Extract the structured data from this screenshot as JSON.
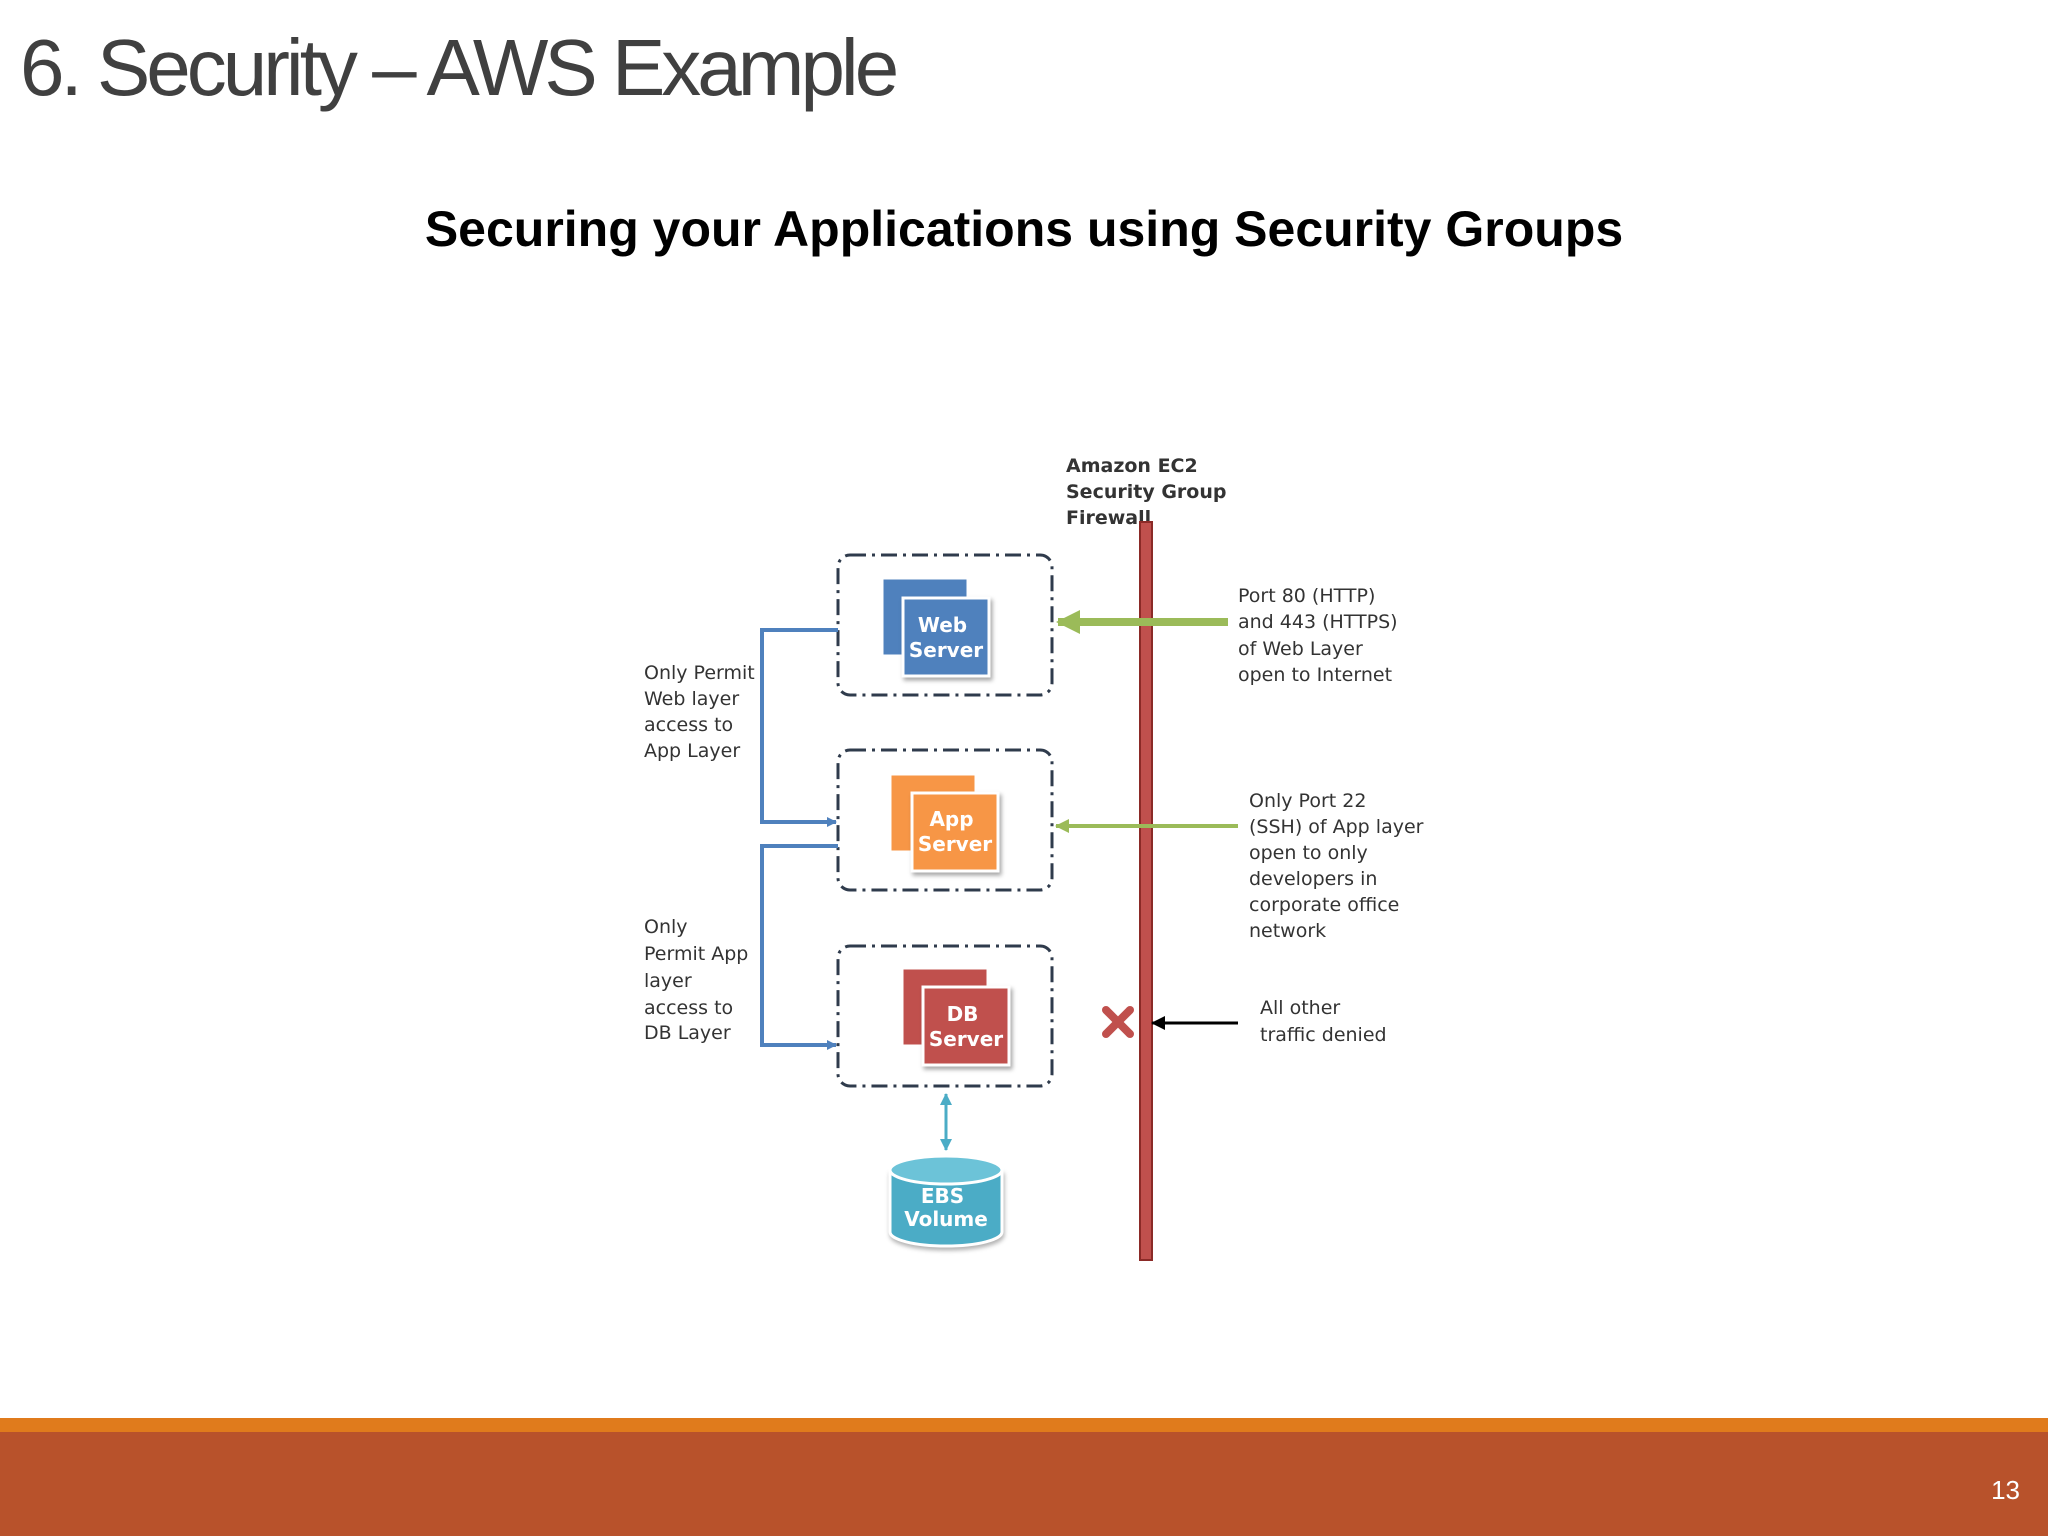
{
  "slide": {
    "title": "6. Security – AWS Example",
    "subtitle": "Securing your Applications using Security Groups",
    "page_number": "13"
  },
  "diagram": {
    "firewall_label": [
      "Amazon EC2",
      "Security Group",
      "Firewall"
    ],
    "web_server": [
      "Web",
      "Server"
    ],
    "app_server": [
      "App",
      "Server"
    ],
    "db_server": [
      "DB",
      "Server"
    ],
    "ebs_volume": [
      "EBS",
      "Volume"
    ],
    "left_notes": {
      "web_to_app": [
        "Only Permit",
        "Web layer",
        "access to",
        "App Layer"
      ],
      "app_to_db": [
        "Only",
        "Permit App",
        "layer",
        "access to",
        "DB Layer"
      ]
    },
    "right_notes": {
      "web_port": [
        "Port 80 (HTTP)",
        "and 443 (HTTPS)",
        "of Web Layer",
        "open to Internet"
      ],
      "app_port": [
        "Only Port 22",
        "(SSH) of App layer",
        "open to only",
        "developers in",
        "corporate office",
        "network"
      ],
      "denied": [
        "All other",
        "traffic denied"
      ]
    },
    "colors": {
      "web": "#4f81bd",
      "app": "#f79646",
      "db": "#c0504d",
      "ebs": "#4bacc6",
      "firewall": "#c0504d",
      "connector": "#4f81bd",
      "allow_arrow": "#9bbb59",
      "deny_arrow": "#000000"
    }
  }
}
